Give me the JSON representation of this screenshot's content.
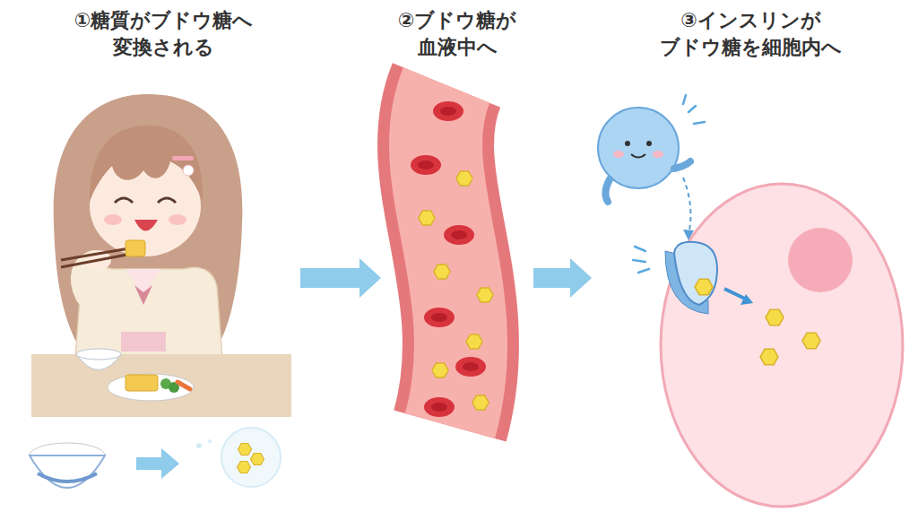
{
  "diagram": {
    "nodes": [
      {
        "text": [
          "①糖質がブドウ糖へ 変換される"
        ]
      },
      {
        "text": [
          "②ブドウ糖が 血液中へ"
        ]
      },
      {
        "text": [
          "③インスリンが ブドウ糖を細胞内へ"
        ]
      }
    ],
    "edges": [
      {
        "from": 0,
        "to": 1,
        "arrow": "to"
      },
      {
        "from": 1,
        "to": 2,
        "arrow": "to"
      }
    ]
  }
}
